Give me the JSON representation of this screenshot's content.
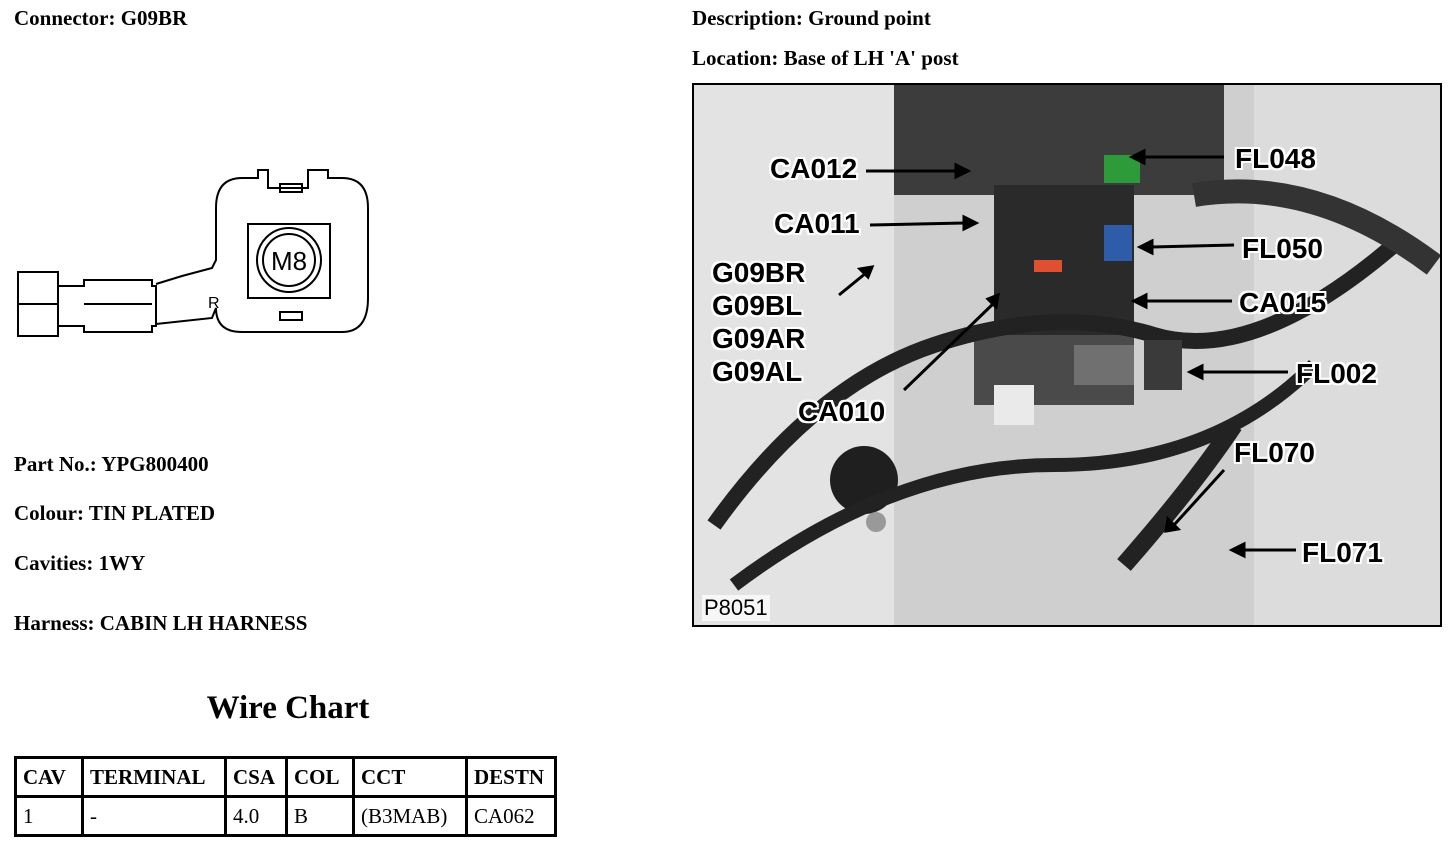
{
  "header": {
    "connector": "Connector: G09BR",
    "description": "Description: Ground point",
    "location": "Location: Base of LH 'A' post"
  },
  "details": {
    "part_no": "Part No.: YPG800400",
    "colour": "Colour: TIN PLATED",
    "cavities": "Cavities: 1WY",
    "harness": "Harness: CABIN LH HARNESS"
  },
  "diagram": {
    "stud_label": "M8",
    "marker": "R"
  },
  "wire_chart": {
    "title": "Wire Chart",
    "columns": [
      "CAV",
      "TERMINAL",
      "CSA",
      "COL",
      "CCT",
      "DESTN"
    ],
    "rows": [
      [
        "1",
        "-",
        "4.0",
        "B",
        "(B3MAB)",
        "CA062"
      ]
    ]
  },
  "photo": {
    "id": "P8051",
    "callouts": {
      "ca012": "CA012",
      "ca011": "CA011",
      "g09br": "G09BR",
      "g09bl": "G09BL",
      "g09ar": "G09AR",
      "g09al": "G09AL",
      "ca010": "CA010",
      "fl048": "FL048",
      "fl050": "FL050",
      "ca015": "CA015",
      "fl002": "FL002",
      "fl070": "FL070",
      "fl071": "FL071"
    }
  }
}
